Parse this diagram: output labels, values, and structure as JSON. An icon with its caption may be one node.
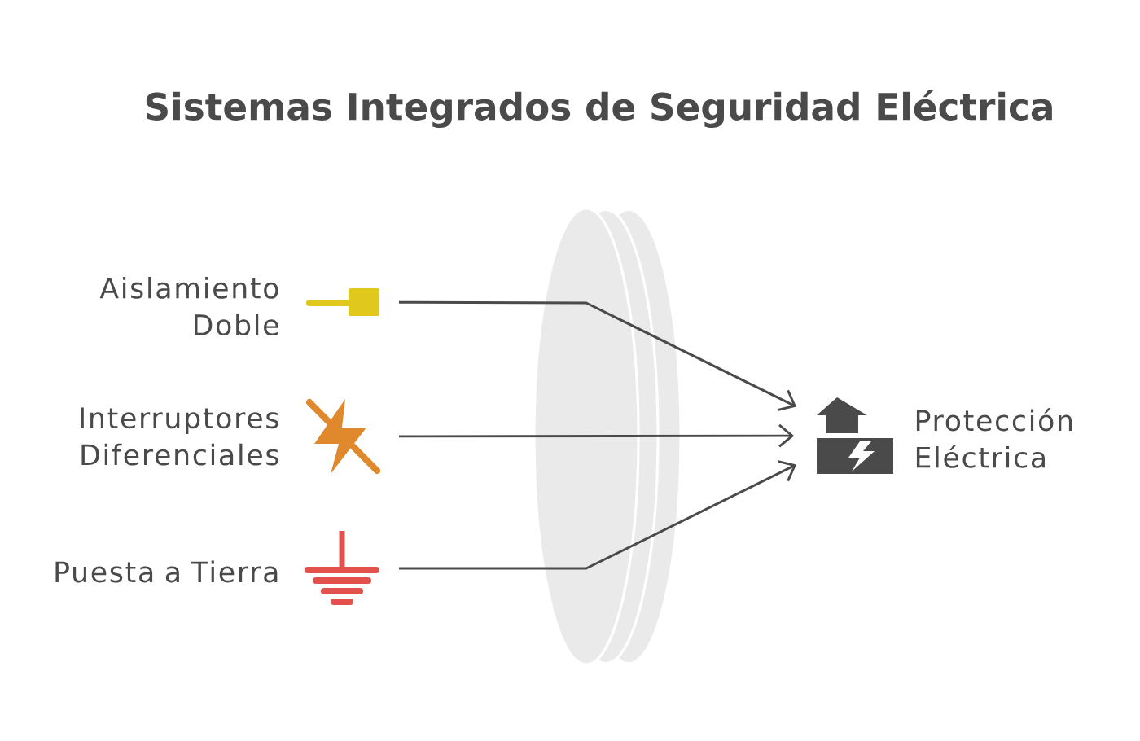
{
  "diagram": {
    "title": "Sistemas Integrados de Seguridad Eléctrica",
    "nodes": [
      {
        "text": [],
        "shape": "picture",
        "beside": [
          "Aislamiento Doble"
        ]
      },
      {
        "text": [],
        "shape": "picture",
        "beside": [
          "Interruptores Diferenciales"
        ]
      },
      {
        "text": [],
        "shape": "picture",
        "beside": [
          "Puesta a Tierra"
        ]
      },
      {
        "text": [],
        "shape": "picture",
        "beside": [
          "Protección Eléctrica"
        ]
      }
    ],
    "edges": [
      {
        "from": 0,
        "to": 3,
        "arrow": "to"
      },
      {
        "from": 1,
        "to": 3,
        "arrow": "to"
      },
      {
        "from": 2,
        "to": 3,
        "arrow": "to"
      }
    ]
  }
}
